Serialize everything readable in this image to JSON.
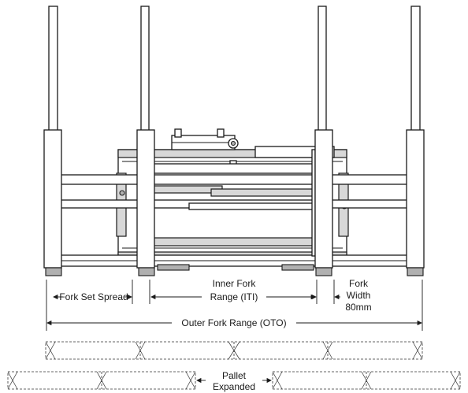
{
  "labels": {
    "fork_set_spread": "Fork Set Spread",
    "inner_fork_range_line1": "Inner Fork",
    "inner_fork_range_line2": "Range (ITI)",
    "fork_width_line1": "Fork",
    "fork_width_line2": "Width",
    "fork_width_line3": "80mm",
    "outer_fork_range": "Outer Fork Range (OTO)",
    "pallet_expanded_line1": "Pallet",
    "pallet_expanded_line2": "Expanded"
  },
  "colors": {
    "line": "#1a1a1a",
    "steel_light": "#ffffff",
    "steel_mid": "#d8d8d8",
    "steel_dark": "#b0b0b0"
  }
}
